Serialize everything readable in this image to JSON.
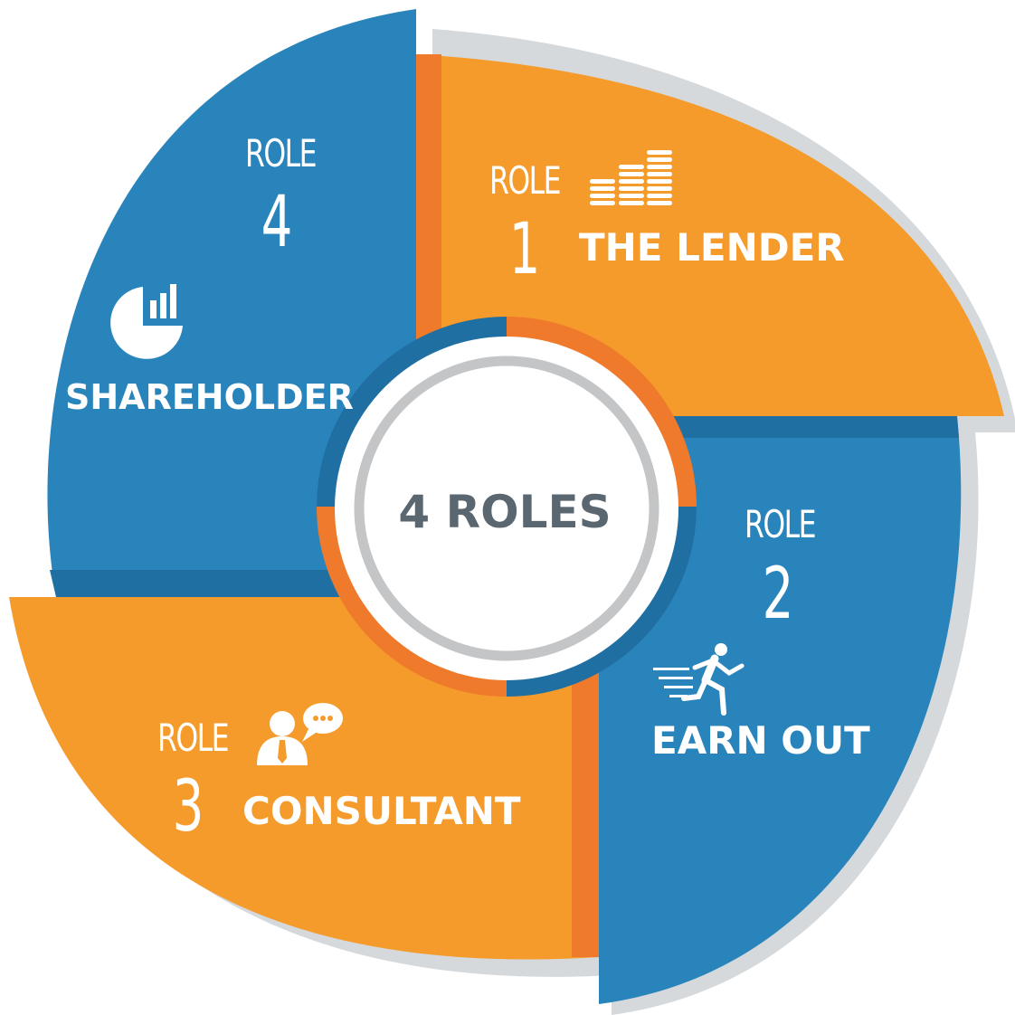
{
  "center": {
    "label": "4 ROLES"
  },
  "colors": {
    "blue": "#2a84bc",
    "blue_dark": "#1f6fa3",
    "orange": "#f59b2b",
    "orange_dark": "#f07a2c",
    "gray_shadow": "#d6d9dc",
    "ring_gray": "#c3c5c7",
    "center_text": "#5b6770"
  },
  "roles": [
    {
      "word": "ROLE",
      "number": "1",
      "title": "THE LENDER",
      "icon": "coin-stacks-icon"
    },
    {
      "word": "ROLE",
      "number": "2",
      "title": "EARN OUT",
      "icon": "running-man-icon"
    },
    {
      "word": "ROLE",
      "number": "3",
      "title": "CONSULTANT",
      "icon": "consultant-chat-icon"
    },
    {
      "word": "ROLE",
      "number": "4",
      "title": "SHAREHOLDER",
      "icon": "pie-bar-chart-icon"
    }
  ]
}
